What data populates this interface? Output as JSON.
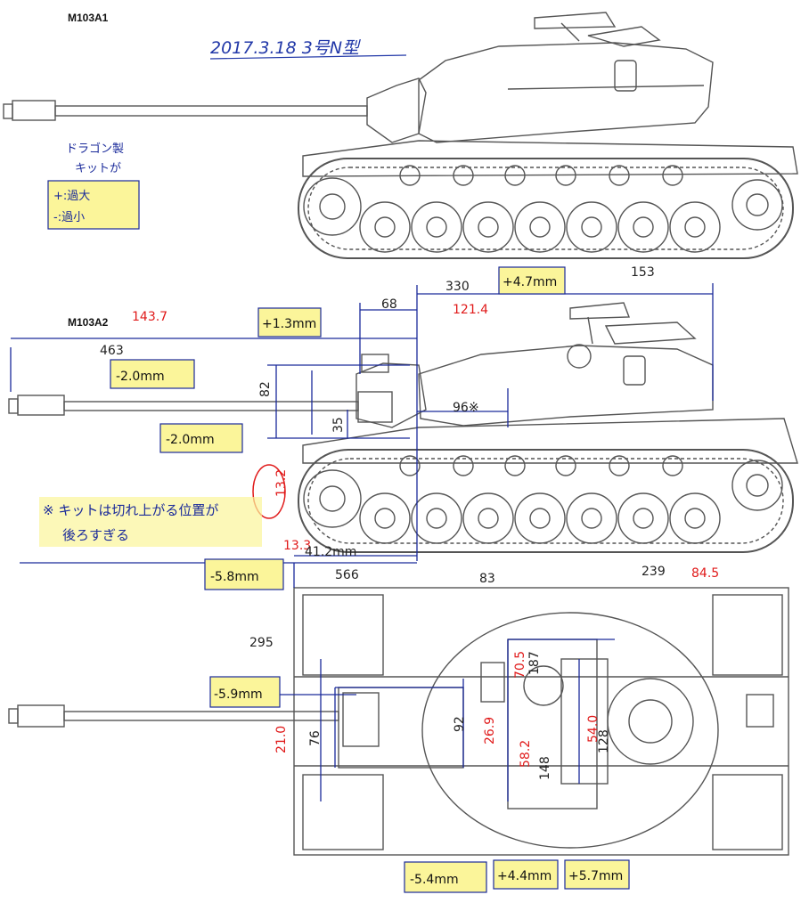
{
  "models": {
    "m103a1": "M103A1",
    "m103a2": "M103A2"
  },
  "date_note": "2017.3.18   3号N型",
  "legend": {
    "line1": "ドラゴン製",
    "line2": "キットが",
    "plus": "+:過大",
    "minus": "-:過小"
  },
  "side_dims": {
    "d_463": "463",
    "d_1437": "143.7",
    "n_minus20": "-2.0mm",
    "d_68": "68",
    "n_plus13": "+1.3mm",
    "d_330": "330",
    "n_plus47": "+4.7mm",
    "d_1214": "121.4",
    "d_153": "153",
    "d_82": "82",
    "d_35": "35",
    "d_96": "96※",
    "n_minus20b": "-2.0mm",
    "d_132": "13.2"
  },
  "footnote": {
    "line1": "※ キットは切れ上がる位置が",
    "line2": "後ろすぎる"
  },
  "top_dims": {
    "d_133": "13.3",
    "d_412": "41.2mm",
    "d_566": "566",
    "n_minus58": "-5.8mm",
    "d_83": "83",
    "d_239": "239",
    "d_845": "84.5",
    "d_295": "295",
    "n_minus59": "-5.9mm",
    "d_76": "76",
    "d_210": "21.0",
    "d_92": "92",
    "d_269": "26.9",
    "d_705": "70.5",
    "d_187": "187",
    "d_582": "58.2",
    "d_148": "148",
    "d_540": "54.0",
    "d_128": "128",
    "n_minus54": "-5.4mm",
    "n_plus44": "+4.4mm",
    "n_plus57": "+5.7mm"
  },
  "colors": {
    "ink_black": "#2a2a2a",
    "ink_blue": "#1a2a9a",
    "ink_red": "#e01a1a",
    "highlight_yellow": "#fbf59a",
    "drawing_gray": "#6a6a6a"
  }
}
